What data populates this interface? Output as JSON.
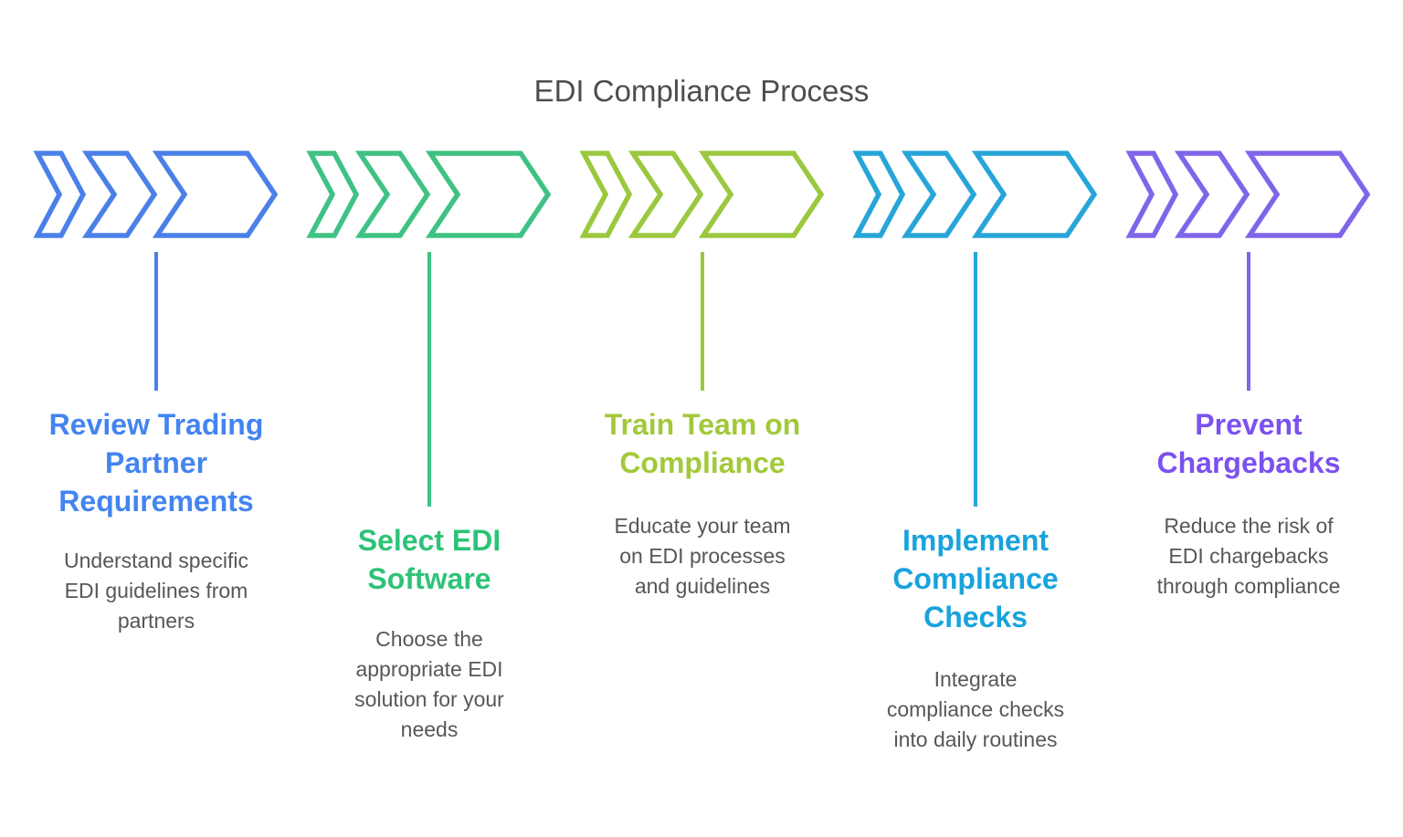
{
  "title": "EDI Compliance Process",
  "colors": {
    "background": "#ffffff",
    "title_text": "#4d4d4f",
    "description_text": "#57575b"
  },
  "steps": [
    {
      "name": "review-trading-partner-requirements",
      "heading": "Review Trading Partner Requirements",
      "heading_lines": [
        "Review Trading",
        "Partner",
        "Requirements"
      ],
      "description": "Understand specific EDI guidelines from partners",
      "description_lines": [
        "Understand specific",
        "EDI guidelines from",
        "partners"
      ],
      "chevron_color": "#4b80e8",
      "text_color": "#4384f0"
    },
    {
      "name": "select-edi-software",
      "heading": "Select EDI Software",
      "heading_lines": [
        "Select EDI",
        "Software"
      ],
      "description": "Choose the appropriate EDI solution for your needs",
      "description_lines": [
        "Choose the",
        "appropriate EDI",
        "solution for your",
        "needs"
      ],
      "chevron_color": "#3fc283",
      "text_color": "#2dc377"
    },
    {
      "name": "train-team-on-compliance",
      "heading": "Train Team on Compliance",
      "heading_lines": [
        "Train Team on",
        "Compliance"
      ],
      "description": "Educate your team on EDI processes and guidelines",
      "description_lines": [
        "Educate your team",
        "on EDI processes",
        "and guidelines"
      ],
      "chevron_color": "#9bc83e",
      "text_color": "#a2c93a"
    },
    {
      "name": "implement-compliance-checks",
      "heading": "Implement Compliance Checks",
      "heading_lines": [
        "Implement",
        "Compliance",
        "Checks"
      ],
      "description": "Integrate compliance checks into daily routines",
      "description_lines": [
        "Integrate",
        "compliance checks",
        "into daily routines"
      ],
      "chevron_color": "#27a5d8",
      "text_color": "#18a3dc"
    },
    {
      "name": "prevent-chargebacks",
      "heading": "Prevent Chargebacks",
      "heading_lines": [
        "Prevent",
        "Chargebacks"
      ],
      "description": "Reduce the risk of EDI chargebacks through compliance",
      "description_lines": [
        "Reduce the risk of",
        "EDI chargebacks",
        "through compliance"
      ],
      "chevron_color": "#8065ea",
      "text_color": "#7b51ef"
    }
  ]
}
